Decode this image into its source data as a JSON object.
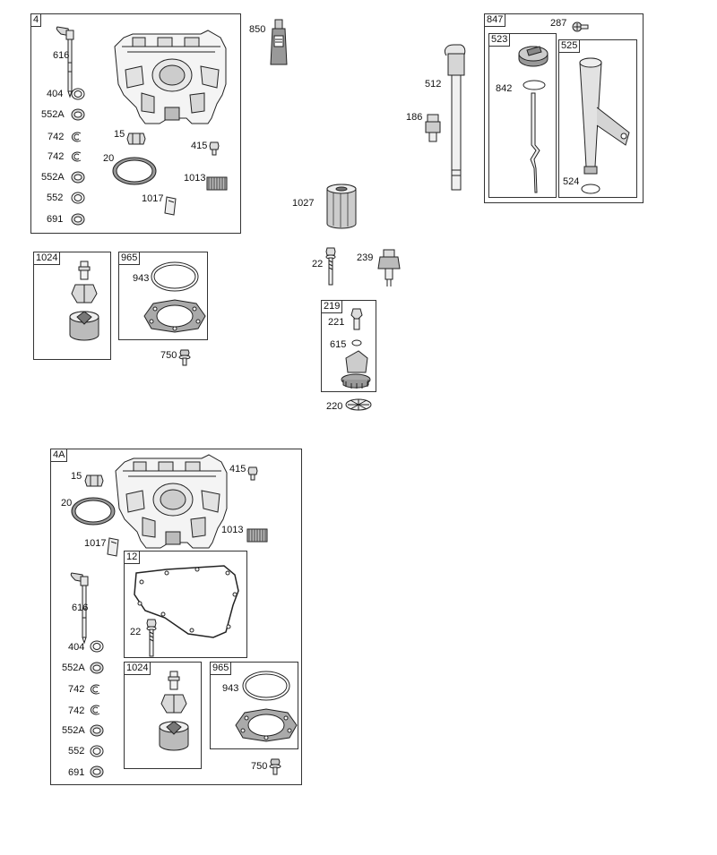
{
  "boxes": {
    "b4": "4",
    "b1024": "1024",
    "b965": "965",
    "b847": "847",
    "b523": "523",
    "b525": "525",
    "b219": "219",
    "b4a": "4A",
    "b12": "12",
    "b1024b": "1024",
    "b965b": "965"
  },
  "parts": {
    "p616": "616",
    "p404": "404",
    "p552a_1": "552A",
    "p742_1": "742",
    "p742_2": "742",
    "p552a_2": "552A",
    "p552": "552",
    "p691": "691",
    "p15": "15",
    "p20": "20",
    "p415": "415",
    "p1013": "1013",
    "p1017": "1017",
    "p850": "850",
    "p943": "943",
    "p750": "750",
    "p1027": "1027",
    "p22": "22",
    "p239": "239",
    "p221": "221",
    "p615": "615",
    "p220": "220",
    "p512": "512",
    "p186": "186",
    "p842": "842",
    "p287": "287",
    "p524": "524",
    "q15": "15",
    "q415": "415",
    "q20": "20",
    "q1013": "1013",
    "q1017": "1017",
    "q616": "616",
    "q22": "22",
    "q404": "404",
    "q552a_1": "552A",
    "q742_1": "742",
    "q742_2": "742",
    "q552a_2": "552A",
    "q552": "552",
    "q691": "691",
    "q943": "943",
    "q750": "750"
  }
}
